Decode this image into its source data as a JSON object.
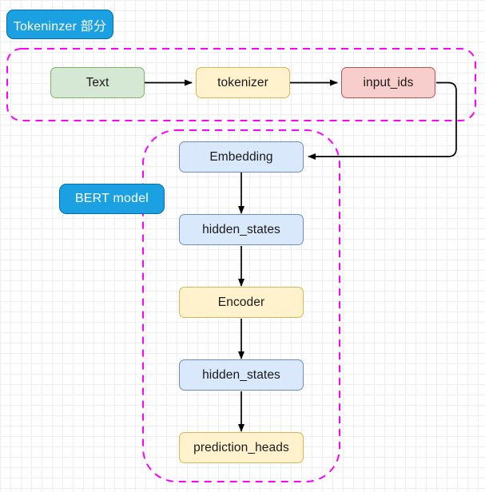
{
  "diagram": {
    "title": "BERT pipeline flow diagram",
    "background": {
      "grid_minor_color": "#eceef0",
      "grid_major_color": "#d8dade",
      "page_color": "#ffffff"
    },
    "groups": [
      {
        "id": "tokenizer-group",
        "label": "Tokeninzer 部分",
        "border_color": "#ff00ff",
        "border_style": "dashed",
        "label_chip_color": "#1ba1e2"
      },
      {
        "id": "bert-group",
        "label": "BERT model",
        "border_color": "#ff00ff",
        "border_style": "dashed",
        "label_chip_color": "#1ba1e2"
      }
    ],
    "nodes": [
      {
        "id": "text",
        "label": "Text",
        "fill": "#d5e8d4",
        "stroke": "#85b366"
      },
      {
        "id": "tokenizer",
        "label": "tokenizer",
        "fill": "#fff2cc",
        "stroke": "#d6b656"
      },
      {
        "id": "input-ids",
        "label": "input_ids",
        "fill": "#f8cecc",
        "stroke": "#b85450"
      },
      {
        "id": "embedding",
        "label": "Embedding",
        "fill": "#dae8fc",
        "stroke": "#6c8ebf"
      },
      {
        "id": "hidden-states-1",
        "label": "hidden_states",
        "fill": "#dae8fc",
        "stroke": "#6c8ebf"
      },
      {
        "id": "encoder",
        "label": "Encoder",
        "fill": "#fff2cc",
        "stroke": "#d6b656"
      },
      {
        "id": "hidden-states-2",
        "label": "hidden_states",
        "fill": "#dae8fc",
        "stroke": "#6c8ebf"
      },
      {
        "id": "prediction-heads",
        "label": "prediction_heads",
        "fill": "#fff2cc",
        "stroke": "#d6b656"
      }
    ],
    "edges": [
      {
        "from": "text",
        "to": "tokenizer",
        "style": "solid",
        "arrow": "end"
      },
      {
        "from": "tokenizer",
        "to": "input-ids",
        "style": "solid",
        "arrow": "end"
      },
      {
        "from": "input-ids",
        "to": "embedding",
        "style": "solid",
        "arrow": "end"
      },
      {
        "from": "embedding",
        "to": "hidden-states-1",
        "style": "solid",
        "arrow": "end"
      },
      {
        "from": "hidden-states-1",
        "to": "encoder",
        "style": "solid",
        "arrow": "end"
      },
      {
        "from": "encoder",
        "to": "hidden-states-2",
        "style": "solid",
        "arrow": "end"
      },
      {
        "from": "hidden-states-2",
        "to": "prediction-heads",
        "style": "solid",
        "arrow": "end"
      }
    ]
  }
}
